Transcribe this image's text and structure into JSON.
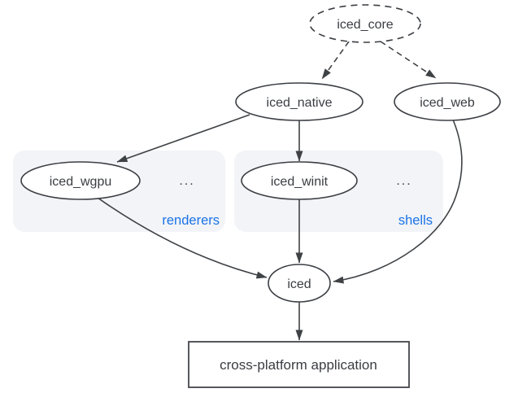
{
  "diagram": {
    "colors": {
      "background": "#ffffff",
      "node_stroke": "#3b3e43",
      "edge_stroke": "#3f4245",
      "text": "#3a3d42",
      "group_fill": "#f3f4f7",
      "accent_blue": "#1a73e8"
    },
    "nodes": {
      "iced_core": {
        "label": "iced_core",
        "shape": "ellipse",
        "border": "dashed"
      },
      "iced_native": {
        "label": "iced_native",
        "shape": "ellipse",
        "border": "solid"
      },
      "iced_web": {
        "label": "iced_web",
        "shape": "ellipse",
        "border": "solid"
      },
      "iced_wgpu": {
        "label": "iced_wgpu",
        "shape": "ellipse",
        "border": "solid"
      },
      "iced_winit": {
        "label": "iced_winit",
        "shape": "ellipse",
        "border": "solid"
      },
      "iced": {
        "label": "iced",
        "shape": "ellipse",
        "border": "solid"
      },
      "application": {
        "label": "cross-platform application",
        "shape": "rectangle",
        "border": "solid"
      }
    },
    "groups": {
      "renderers": {
        "label": "renderers",
        "ellipsis": "...",
        "contains": [
          "iced_wgpu"
        ]
      },
      "shells": {
        "label": "shells",
        "ellipsis": "...",
        "contains": [
          "iced_winit"
        ]
      }
    },
    "edges": [
      {
        "from": "iced_core",
        "to": "iced_native",
        "style": "dashed"
      },
      {
        "from": "iced_core",
        "to": "iced_web",
        "style": "dashed"
      },
      {
        "from": "iced_native",
        "to": "iced_wgpu",
        "style": "solid"
      },
      {
        "from": "iced_native",
        "to": "iced_winit",
        "style": "solid"
      },
      {
        "from": "iced_wgpu",
        "to": "iced",
        "style": "solid"
      },
      {
        "from": "iced_winit",
        "to": "iced",
        "style": "solid"
      },
      {
        "from": "iced_web",
        "to": "iced",
        "style": "solid"
      },
      {
        "from": "iced",
        "to": "application",
        "style": "solid"
      }
    ]
  }
}
